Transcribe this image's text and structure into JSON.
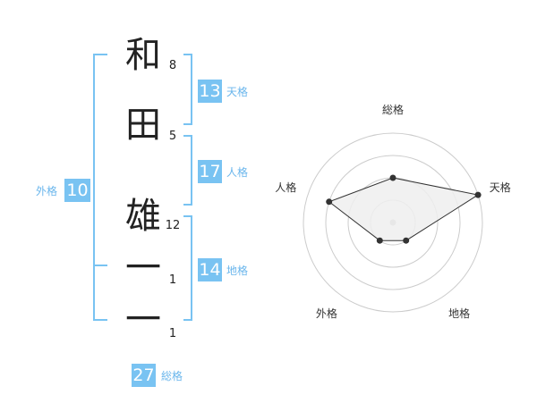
{
  "name": {
    "chars": [
      {
        "char": "和",
        "strokes": "8"
      },
      {
        "char": "田",
        "strokes": "5"
      },
      {
        "char": "雄",
        "strokes": "12"
      },
      {
        "char": "一",
        "strokes": "1"
      },
      {
        "char": "一",
        "strokes": "1"
      }
    ]
  },
  "fortunes": {
    "tenkaku": {
      "label": "天格",
      "value": "13"
    },
    "jinkaku": {
      "label": "人格",
      "value": "17"
    },
    "chikaku": {
      "label": "地格",
      "value": "14"
    },
    "gaikaku": {
      "label": "外格",
      "value": "10"
    },
    "soukaku": {
      "label": "総格",
      "value": "27"
    }
  },
  "chart_data": {
    "type": "radar",
    "axes": [
      "総格",
      "天格",
      "地格",
      "外格",
      "人格"
    ],
    "values": [
      2,
      4,
      1,
      1,
      3
    ],
    "scale_max": 4,
    "rings": 4,
    "colors": {
      "fill": "#eeeeee",
      "line": "#333333",
      "grid": "#cccccc",
      "point": "#333333",
      "center": "#bbbbbb"
    }
  },
  "colors": {
    "accent": "#79c3f2",
    "label": "#6ab6ec"
  }
}
